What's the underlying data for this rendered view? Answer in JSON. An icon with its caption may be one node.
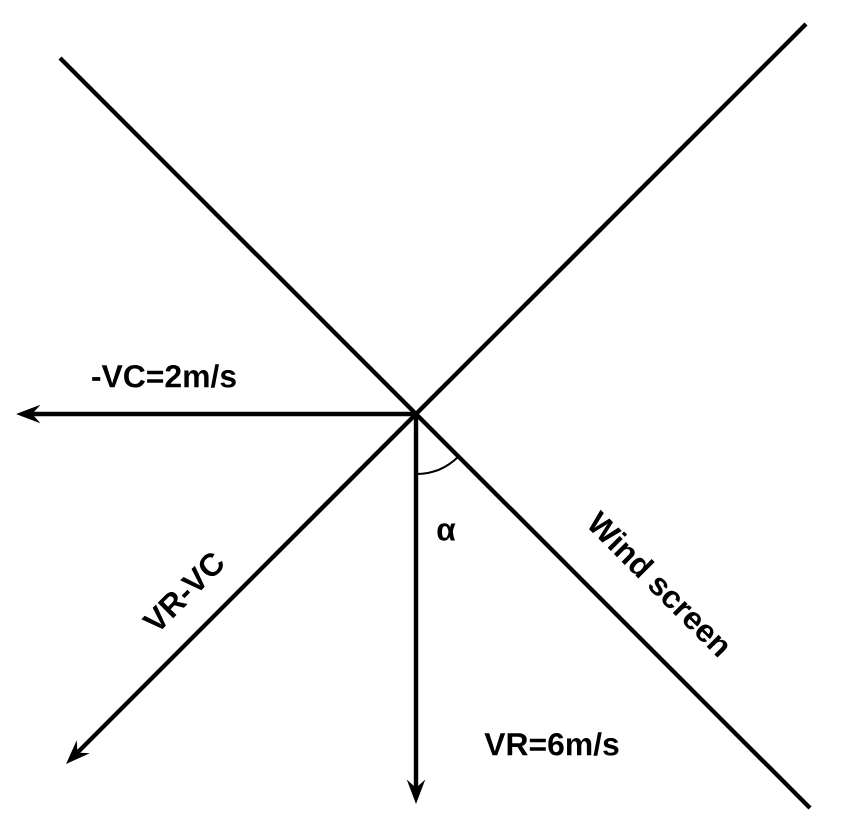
{
  "diagram": {
    "labels": [
      "-VC=2m/s",
      "VR-VC",
      "VR=6m/s",
      "Wind screen",
      "α"
    ]
  }
}
